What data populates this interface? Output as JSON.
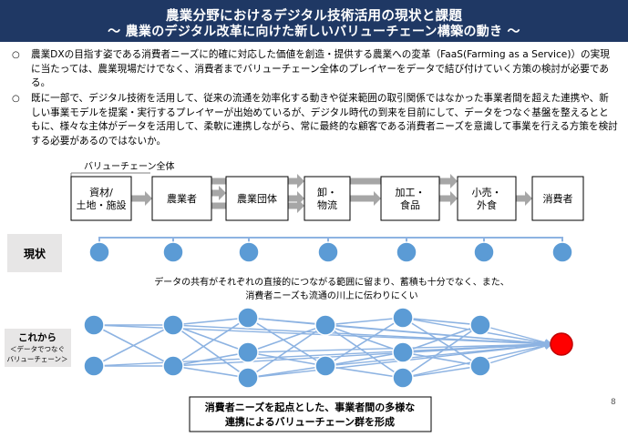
{
  "header": {
    "title": "農業分野におけるデジタル技術活用の現状と課題",
    "subtitle": "～ 農業のデジタル改革に向けた新しいバリューチェーン構築の動き ～"
  },
  "bullets": [
    {
      "marker": "○",
      "text": "農業DXの目指す姿である消費者ニーズに的確に対応した価値を創造・提供する農業への変革（FaaS(Farming as a Service)）の実現に当たっては、農業現場だけでなく、消費者までバリューチェーン全体のプレイヤーをデータで結び付けていく方策の検討が必要である。"
    },
    {
      "marker": "○",
      "text": "既に一部で、デジタル技術を活用して、従来の流通を効率化する動きや従来範囲の取引関係ではなかった事業者間を超えた連携や、新しい事業モデルを提案・実行するプレイヤーが出始めているが、デジタル時代の到来を目前にして、データをつなぐ基盤を整えるとともに、様々な主体がデータを活用して、柔軟に連携しながら、常に最終的な顧客である消費者ニーズを意識して事業を行える方策を検討する必要があるのではないか。"
    }
  ],
  "chain": {
    "label": "バリューチェーン全体",
    "boxes": [
      "資材/\n土地・施設",
      "農業者",
      "農業団体",
      "卸・\n物流",
      "加工・\n食品",
      "小売・\n外食",
      "消費者"
    ]
  },
  "current": {
    "label": "現状",
    "note_line1": "データの共有がそれぞれの直接的につながる範囲に留まり、蓄積も十分でなく、また、",
    "note_line2": "消費者ニーズも流通の川上に伝わりにくい"
  },
  "future": {
    "label": "これから",
    "sublabel1": "＜データでつなぐ",
    "sublabel2": "バリューチェーン＞"
  },
  "conclusion": {
    "line1": "消費者ニーズを起点とした、事業者間の多様な",
    "line2": "連携によるバリューチェーン群を形成"
  },
  "page_number": "8",
  "colors": {
    "header_bg": "#1f3864",
    "node_blue": "#5b9bd5",
    "line_blue": "#8db3e2",
    "arrow_gray": "#a6a6a6",
    "consumer_red": "#ff0000"
  }
}
